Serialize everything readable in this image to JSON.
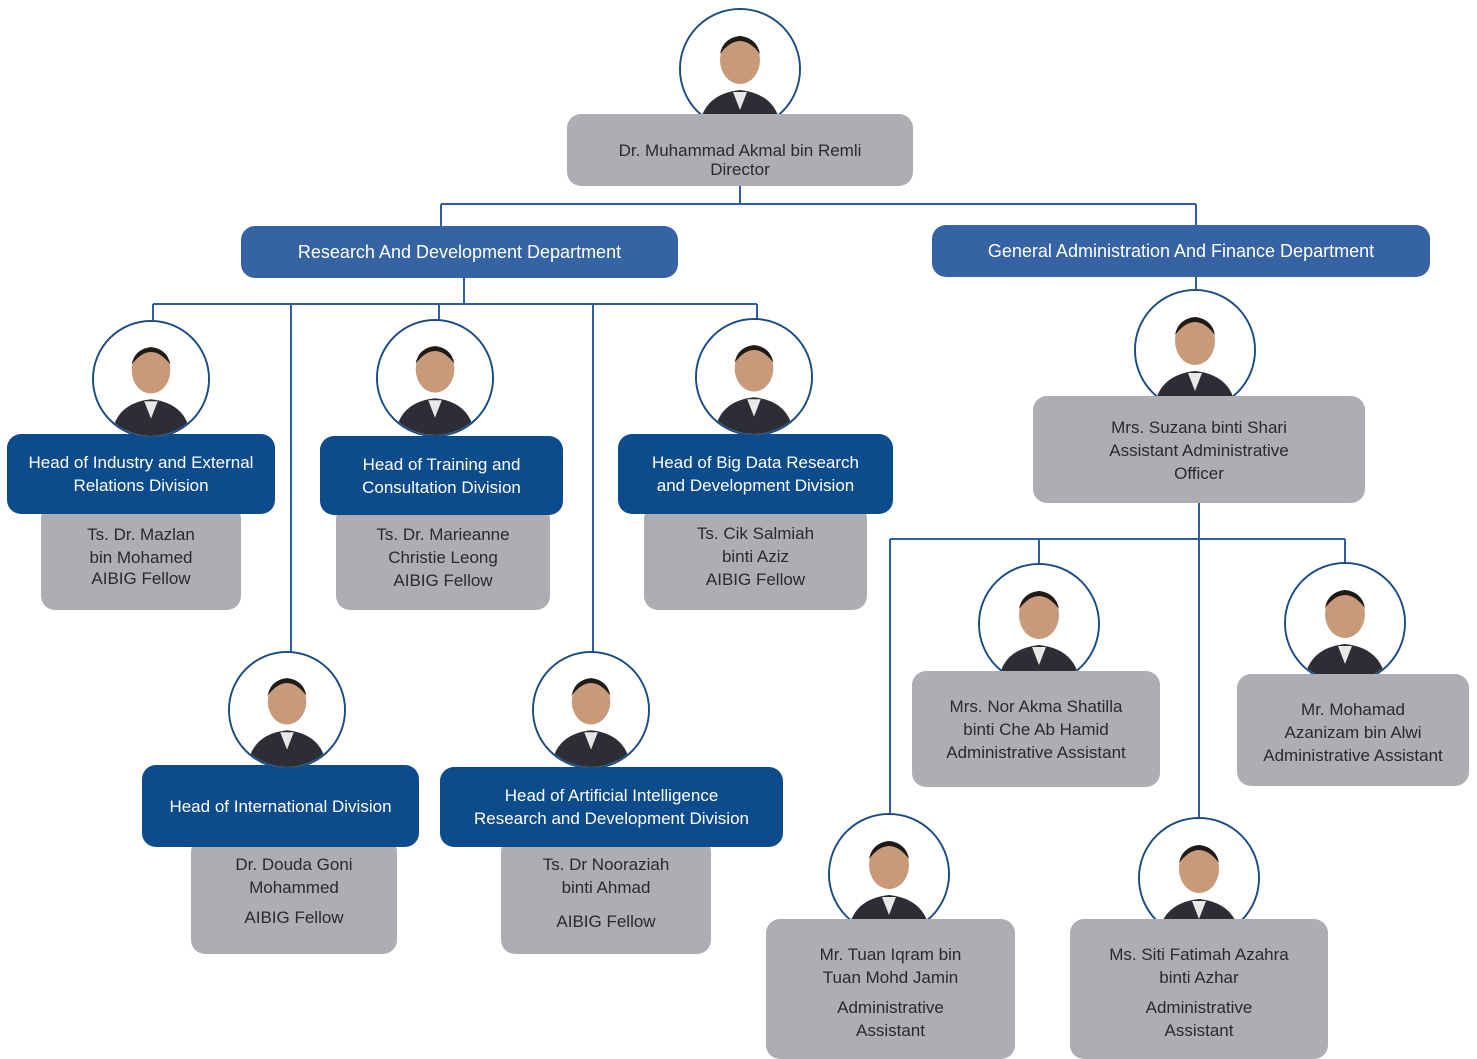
{
  "director": {
    "name": "Dr. Muhammad Akmal bin Remli",
    "title": "Director"
  },
  "departments": {
    "rnd": "Research And Development Department",
    "admin": "General Administration And Finance Department"
  },
  "rnd_heads": [
    {
      "division_l1": "Head of Industry and External",
      "division_l2": "Relations Division",
      "name_l1": "Ts. Dr. Mazlan",
      "name_l2": "bin Mohamed",
      "role": "AIBIG Fellow"
    },
    {
      "division_l1": "Head of Training and",
      "division_l2": "Consultation Division",
      "name_l1": "Ts. Dr. Marieanne",
      "name_l2": "Christie Leong",
      "role": "AIBIG Fellow"
    },
    {
      "division_l1": "Head of Big Data Research",
      "division_l2": "and Development Division",
      "name_l1": "Ts. Cik Salmiah",
      "name_l2": "binti Aziz",
      "role": "AIBIG Fellow"
    },
    {
      "division_l1": "Head of International Division",
      "division_l2": "",
      "name_l1": "Dr. Douda Goni",
      "name_l2": "Mohammed",
      "role": "AIBIG Fellow"
    },
    {
      "division_l1": "Head of Artificial Intelligence",
      "division_l2": "Research and Development Division",
      "name_l1": "Ts. Dr Nooraziah",
      "name_l2": "binti Ahmad",
      "role": "AIBIG Fellow"
    }
  ],
  "admin_officer": {
    "name": "Mrs. Suzana binti Shari",
    "title_l1": "Assistant Administrative",
    "title_l2": "Officer"
  },
  "admin_staff": [
    {
      "name_l1": "Mrs. Nor Akma Shatilla",
      "name_l2": "binti Che Ab Hamid",
      "role_l1": "Administrative Assistant",
      "role_l2": ""
    },
    {
      "name_l1": "Mr. Mohamad",
      "name_l2": "Azanizam bin Alwi",
      "role_l1": "Administrative Assistant",
      "role_l2": ""
    },
    {
      "name_l1": "Mr. Tuan Iqram bin",
      "name_l2": "Tuan Mohd Jamin",
      "role_l1": "Administrative",
      "role_l2": "Assistant"
    },
    {
      "name_l1": "Ms. Siti Fatimah Azahra",
      "name_l2": "binti Azhar",
      "role_l1": "Administrative",
      "role_l2": "Assistant"
    }
  ],
  "colors": {
    "line": "#2f5fa0",
    "head_box": "#0c4b8c",
    "dept_box": "#3563a4",
    "name_box": "#aeadb3"
  },
  "icons": [
    "person-photo-icon"
  ]
}
